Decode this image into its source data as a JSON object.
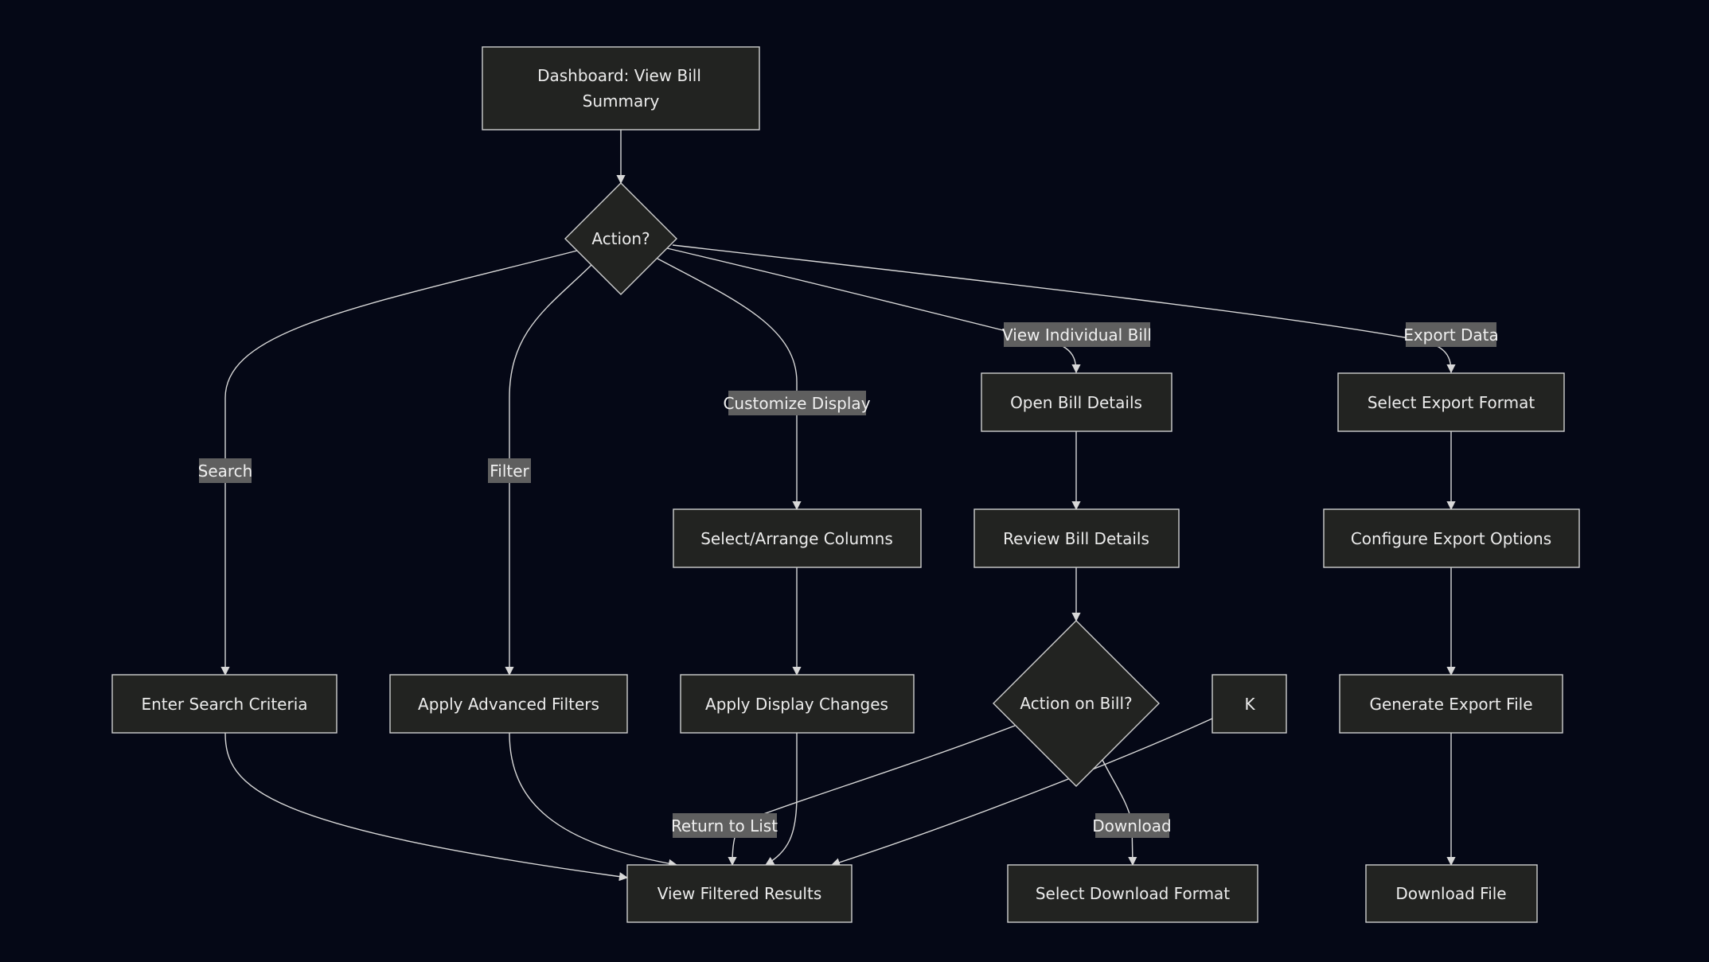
{
  "colors": {
    "background": "#050816",
    "node_fill": "#222321",
    "node_stroke": "#cfcfcf",
    "edge": "#d8d8d8",
    "label_bg": "#5f5f5f",
    "text": "#ececec"
  },
  "nodes": {
    "dashboard": {
      "line1": "Dashboard: View Bill",
      "line2": "Summary"
    },
    "action": "Action?",
    "enter_search": "Enter Search Criteria",
    "apply_filters": "Apply Advanced Filters",
    "select_columns": "Select/Arrange Columns",
    "apply_display": "Apply Display Changes",
    "open_bill": "Open Bill Details",
    "review_bill": "Review Bill Details",
    "action_on_bill": "Action on Bill?",
    "k_node": "K",
    "select_export": "Select Export Format",
    "configure_export": "Configure Export Options",
    "generate_export": "Generate Export File",
    "download_file": "Download File",
    "view_filtered": "View Filtered Results",
    "select_download": "Select Download Format"
  },
  "edge_labels": {
    "search": "Search",
    "filter": "Filter",
    "customize": "Customize Display",
    "view_individual": "View Individual Bill",
    "export": "Export Data",
    "return": "Return to List",
    "download": "Download"
  }
}
